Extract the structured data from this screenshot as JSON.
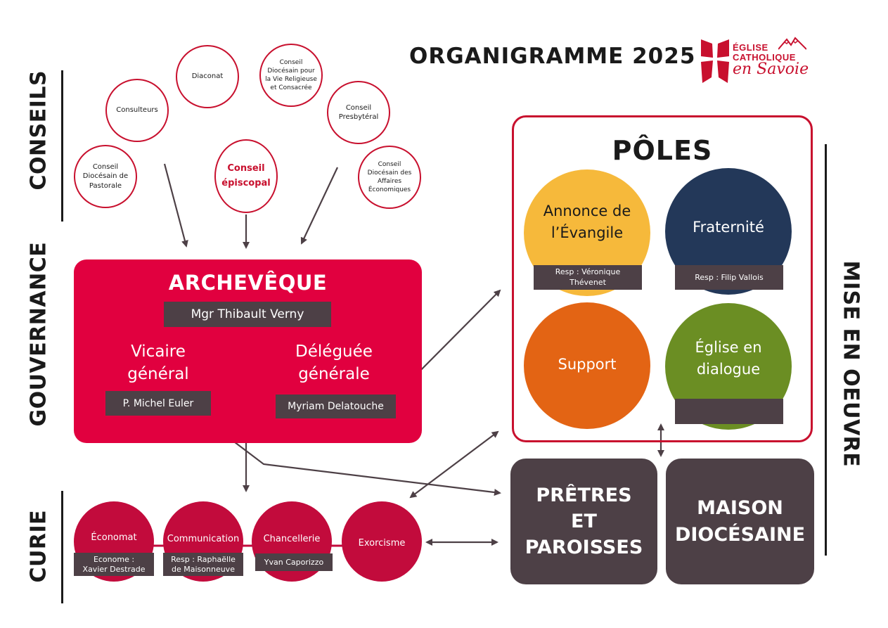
{
  "title": "ORGANIGRAMME 2025",
  "logo": {
    "line1": "ÉGLISE",
    "line2": "CATHOLIQUE",
    "line3": "en Savoie",
    "brand_color": "#c8102e"
  },
  "sections": {
    "conseils": "CONSEILS",
    "gouvernance": "GOUVERNANCE",
    "curie": "CURIE",
    "mise_en_oeuvre": "MISE EN OEUVRE"
  },
  "councils": {
    "consulteurs": "Consulteurs",
    "diaconat": "Diaconat",
    "vie_religieuse": "Conseil\nDiocésain pour\nla Vie Religieuse\net Consacrée",
    "presbyteral": "Conseil\nPresbytéral",
    "pastorale": "Conseil\nDiocésain de\nPastorale",
    "episcopal": "Conseil\népiscopal",
    "affaires_eco": "Conseil\nDiocésain des\nAffaires\nÉconomiques"
  },
  "governance": {
    "title": "ARCHEVÊQUE",
    "archbishop": "Mgr Thibault Verny",
    "vicar_title": "Vicaire\ngénéral",
    "vicar_name": "P. Michel Euler",
    "delegate_title": "Déléguée\ngénérale",
    "delegate_name": "Myriam Delatouche",
    "color": "#e1003f"
  },
  "poles": {
    "title": "PÔLES",
    "annonce": {
      "label": "Annonce de\nl’Évangile",
      "resp": "Resp : Véronique\nThévenet",
      "color": "#f6b93b"
    },
    "fraternite": {
      "label": "Fraternité",
      "resp": "Resp : Filip Vallois",
      "color": "#233859"
    },
    "support": {
      "label": "Support",
      "color": "#e36414"
    },
    "dialogue": {
      "label": "Église en\ndialogue",
      "resp": "",
      "color": "#6b8e23"
    }
  },
  "implementation": {
    "pretres": "PRÊTRES\nET\nPAROISSES",
    "maison": "MAISON\nDIOCÉSAINE",
    "color": "#4d4046"
  },
  "curie": {
    "economat": {
      "label": "Économat",
      "person": "Econome :\nXavier Destrade"
    },
    "communication": {
      "label": "Communication",
      "person": "Resp : Raphaëlle\nde Maisonneuve"
    },
    "chancellerie": {
      "label": "Chancellerie",
      "person": "Yvan Caporizzo"
    },
    "exorcisme": {
      "label": "Exorcisme"
    },
    "color": "#c20b3c"
  }
}
